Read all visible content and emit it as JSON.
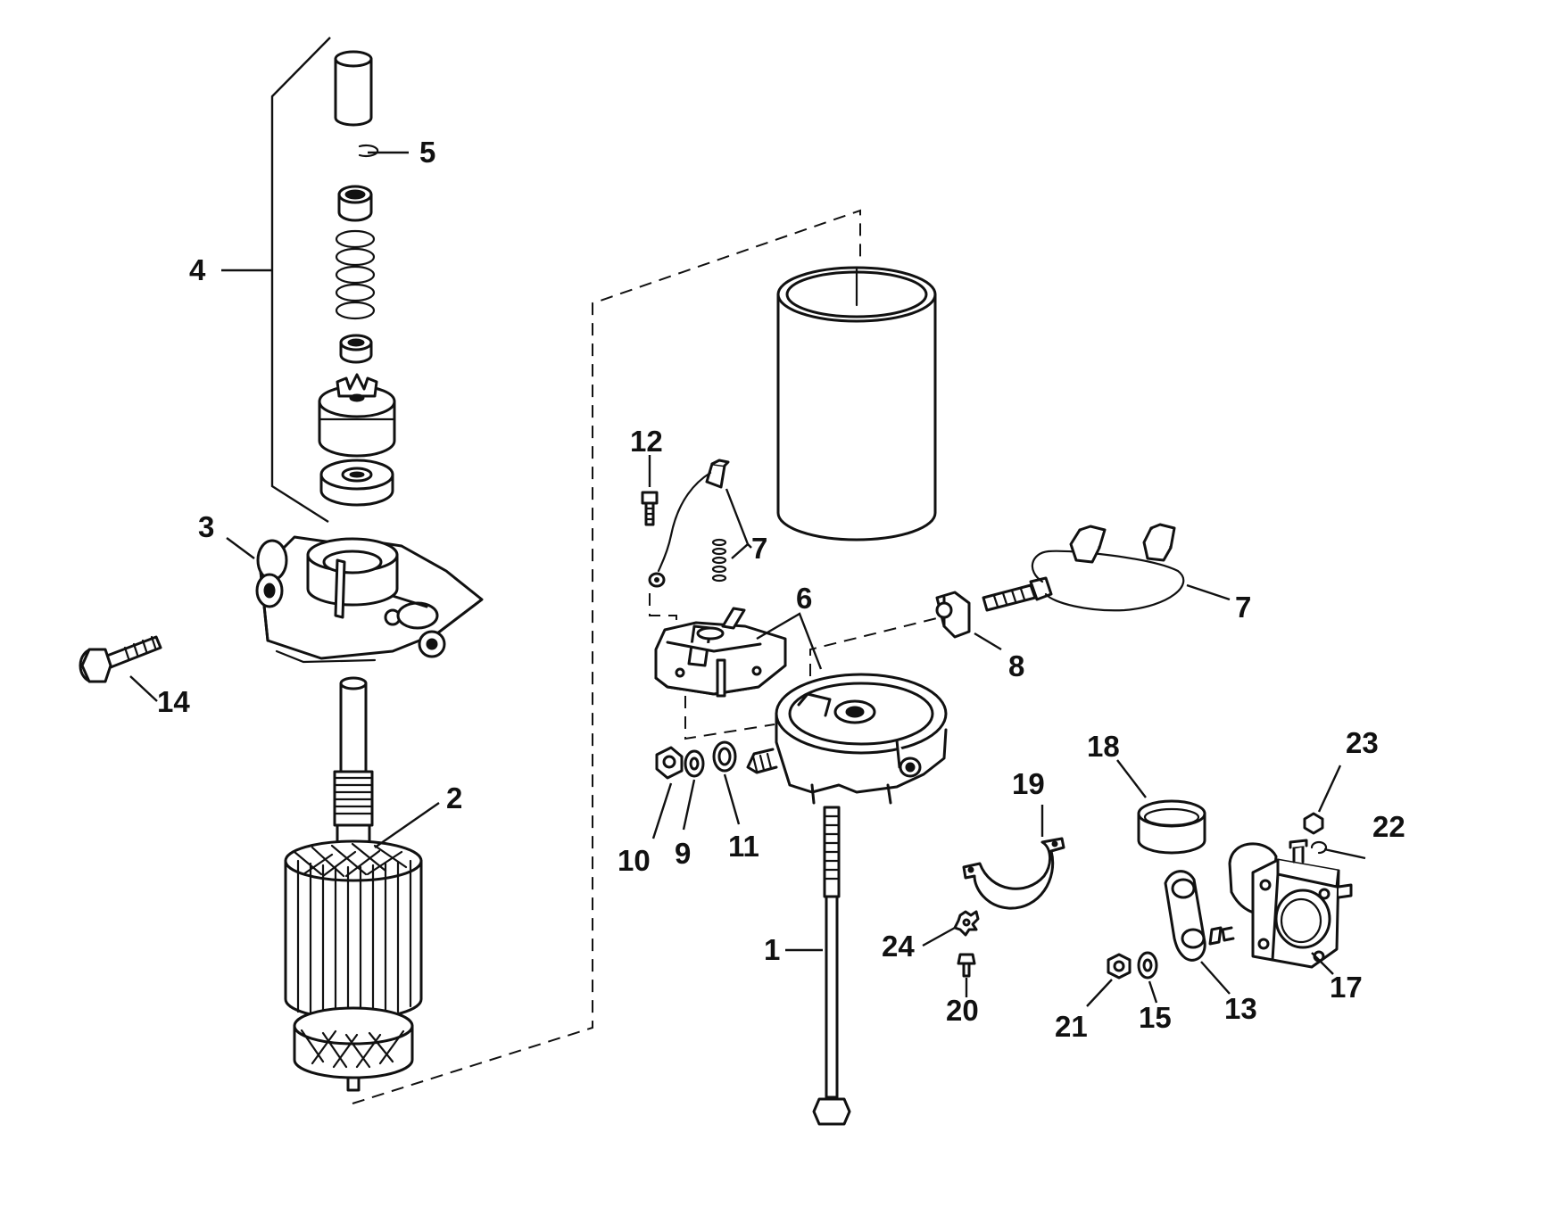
{
  "callouts": {
    "c1": "1",
    "c2": "2",
    "c3": "3",
    "c4": "4",
    "c5": "5",
    "c6": "6",
    "c7a": "7",
    "c7b": "7",
    "c8": "8",
    "c9": "9",
    "c10": "10",
    "c11": "11",
    "c12": "12",
    "c13": "13",
    "c14": "14",
    "c15": "15",
    "c17": "17",
    "c18": "18",
    "c19": "19",
    "c20": "20",
    "c21": "21",
    "c22": "22",
    "c23": "23",
    "c24": "24"
  },
  "colors": {
    "ink": "#111111",
    "paper": "#ffffff"
  }
}
